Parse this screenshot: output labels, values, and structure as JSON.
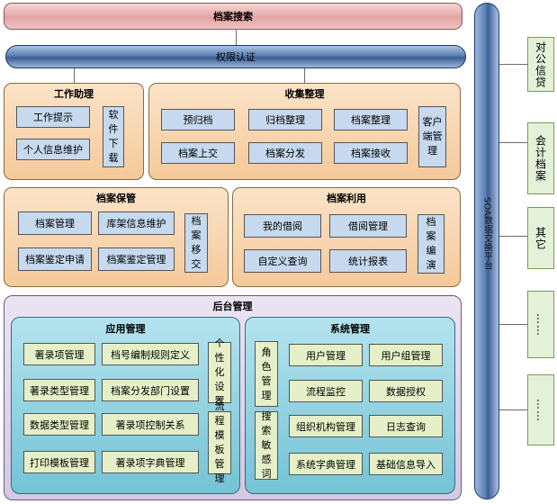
{
  "top_search": {
    "label": "档案搜索"
  },
  "auth_pipe": {
    "label": "权限认证"
  },
  "soa_pipe": {
    "label": "SOA数据交换平台"
  },
  "work_assistant": {
    "title": "工作助理",
    "items": [
      "工作提示",
      "个人信息维护"
    ],
    "side": "软件下载"
  },
  "collect": {
    "title": "收集整理",
    "items": [
      "预归档",
      "归档整理",
      "档案整理",
      "档案上交",
      "档案分发",
      "档案接收"
    ],
    "side": "客户端管理"
  },
  "preserve": {
    "title": "档案保管",
    "items": [
      "档案管理",
      "库架信息维护",
      "档案鉴定申请",
      "档案鉴定管理"
    ],
    "side": "档案移交"
  },
  "utilize": {
    "title": "档案利用",
    "items": [
      "我的借阅",
      "借阅管理",
      "自定义查询",
      "统计报表"
    ],
    "side": "档案编演"
  },
  "backend": {
    "title": "后台管理",
    "app": {
      "title": "应用管理",
      "items": [
        "著录项管理",
        "档号编制规则定义",
        "著录类型管理",
        "档案分发部门设置",
        "数据类型管理",
        "著录项控制关系",
        "打印模板管理",
        "著录项字典管理"
      ],
      "side1": "个性化设置",
      "side2": "流程模板管理"
    },
    "sys": {
      "title": "系统管理",
      "side1": "角色管理",
      "side2": "搜索敏感词",
      "items": [
        "用户管理",
        "用户组管理",
        "流程监控",
        "数据授权",
        "组织机构管理",
        "日志查询",
        "系统字典管理",
        "基础信息导入"
      ]
    }
  },
  "external": [
    "对公信贷",
    "会计档案",
    "其它",
    "……",
    "……"
  ]
}
